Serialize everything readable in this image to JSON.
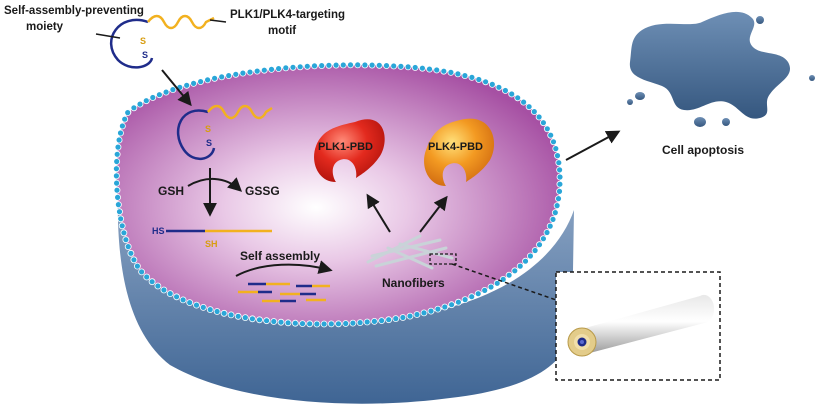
{
  "labels": {
    "self_assembly_preventing": [
      "Self-assembly-preventing",
      "moiety"
    ],
    "targeting_motif": [
      "PLK1/PLK4-targeting",
      "motif"
    ],
    "gsh": "GSH",
    "gssg": "GSSG",
    "hs": "HS",
    "sh": "SH",
    "s_top": "S",
    "s_bottom": "S",
    "s_inner": "S",
    "s_inner2": "S",
    "self_assembly": "Self assembly",
    "nanofibers": "Nanofibers",
    "plk1_pbd": "PLK1-PBD",
    "plk4_pbd": "PLK4-PBD",
    "cell_apoptosis": "Cell apoptosis"
  },
  "colors": {
    "cytoplasm": "#b460b0",
    "membrane_bead": "#2aa6d8",
    "cell_side": "#5d7fa8",
    "peptide_yellow": "#f2b11f",
    "peptide_blue": "#1f2c8a",
    "plk1": "#e0231c",
    "plk4": "#f08a1e",
    "apoptosis": "#4a6d95"
  }
}
